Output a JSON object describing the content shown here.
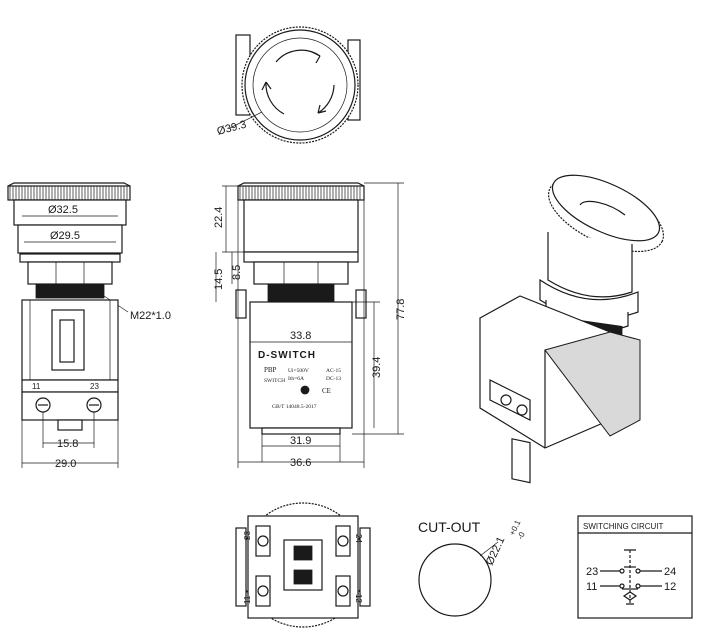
{
  "dimensions": {
    "top_diameter": "Ø39.3",
    "cap_diameter": "Ø32.5",
    "head_diameter": "Ø29.5",
    "thread": "M22*1.0",
    "terminal_spacing": "15.8",
    "front_width": "29.0",
    "head_height": "22.4",
    "ring_height": "8.5",
    "panel_height": "14.5",
    "total_height": "77.8",
    "body_height": "39.4",
    "body_width_top": "33.8",
    "body_width_bottom": "31.9",
    "overall_width": "36.6",
    "cutout_tolerance": "Ø22.1+0.1\n-0"
  },
  "terminals": {
    "front_left": "11",
    "front_right": "23",
    "bottom_tl": "23",
    "bottom_tr": "24",
    "bottom_bl": "11",
    "bottom_br": "12"
  },
  "label_plate": {
    "brand": "D-SWITCH",
    "model": "PBP",
    "sub": "SWITCH",
    "spec_a": "Ui=500V",
    "spec_b": "Ith=6A",
    "spec_c": "AC-15",
    "spec_d": "DC-13",
    "standard": "GB/T 14048.5-2017"
  },
  "cutout": {
    "title": "CUT-OUT",
    "diameter": "Ø22.1",
    "tolerance_upper": "+0.1",
    "tolerance_lower": "-0"
  },
  "switching_circuit": {
    "title": "SWITCHING CIRCUIT",
    "t23": "23",
    "t24": "24",
    "t11": "11",
    "t12": "12"
  }
}
